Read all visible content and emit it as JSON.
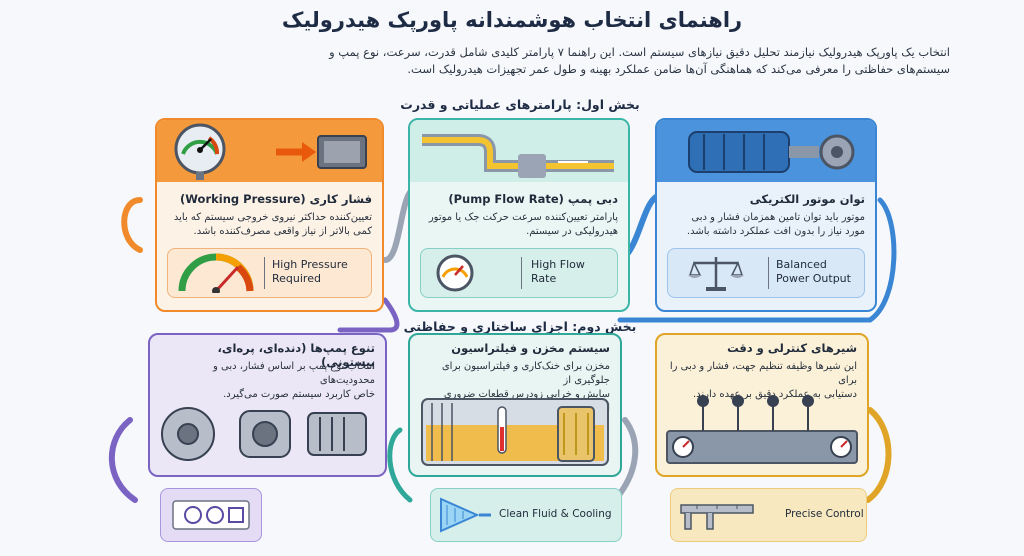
{
  "header": {
    "title": "راهنمای انتخاب هوشمندانه پاورپک هیدرولیک",
    "intro_line1": "انتخاب یک پاورپک هیدرولیک نیازمند تحلیل دقیق نیازهای سیستم است. این راهنما ۷ پارامتر کلیدی شامل قدرت، سرعت، نوع پمپ و",
    "intro_line2": "سیستم‌های حفاظتی را معرفی می‌کند که هماهنگی آن‌ها ضامن عملکرد بهینه و طول عمر تجهیزات هیدرولیک است."
  },
  "sections": {
    "part1": "بخش اول: پارامترهای عملیاتی و قدرت",
    "part2": "بخش دوم: اجزای ساختاری و حفاظتی"
  },
  "cards": {
    "pressure": {
      "title": "فشار کاری (Working Pressure)",
      "desc1": "تعیین‌کننده حداکثر نیروی خروجی سیستم که باید",
      "desc2": "کمی بالاتر از نیاز واقعی مصرف‌کننده باشد.",
      "sub_label1": "High Pressure",
      "sub_label2": "Required",
      "color": "#f08a2a"
    },
    "flow": {
      "title": "دبی پمپ (Pump Flow Rate)",
      "desc1": "پارامتر تعیین‌کننده سرعت حرکت جک یا موتور",
      "desc2": "هیدرولیکی در سیستم.",
      "sub_label1": "High Flow",
      "sub_label2": "Rate",
      "color": "#3bb5a8"
    },
    "motor": {
      "title": "توان موتور الکتریکی",
      "desc1": "موتور باید توان تامین همزمان فشار و دبی",
      "desc2": "مورد نیاز را بدون افت عملکرد داشته باشد.",
      "sub_label1": "Balanced",
      "sub_label2": "Power Output",
      "color": "#3a86d4"
    },
    "pumps": {
      "title": "تنوع پمپ‌ها (دنده‌ای، پره‌ای، پیستونی)",
      "desc1": "انتخاب نوع پمپ بر اساس فشار، دبی و محدودیت‌های",
      "desc2": "خاص کاربرد سیستم صورت می‌گیرد.",
      "color": "#7b63c4"
    },
    "tank": {
      "title": "سیستم مخزن و فیلتراسیون",
      "desc1": "مخزن برای خنک‌کاری و فیلتراسیون برای جلوگیری از",
      "desc2": "سایش و خرابی زودرس قطعات ضروری است.",
      "sub_label": "Clean Fluid & Cooling",
      "color": "#2fa89a"
    },
    "valves": {
      "title": "شیرهای کنترلی و دقت",
      "desc1": "این شیرها وظیفه تنظیم جهت، فشار و دبی را برای",
      "desc2": "دستیابی به عملکرد دقیق بر عهده دارند.",
      "sub_label": "Precise Control",
      "color": "#e0a526"
    }
  }
}
